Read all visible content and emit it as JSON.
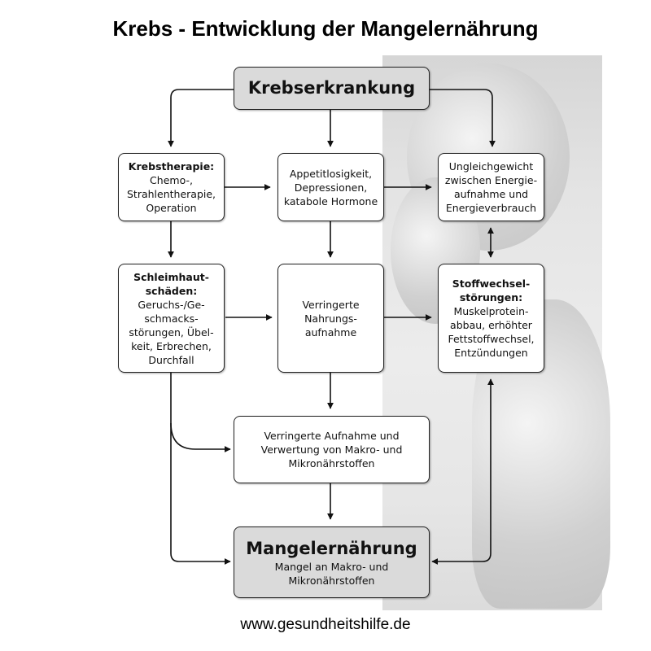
{
  "title": "Krebs - Entwicklung der Mangelernährung",
  "footer": "www.gesundheitshilfe.de",
  "nodes": {
    "krebserkrankung": {
      "label": "Krebserkrankung"
    },
    "krebstherapie": {
      "heading": "Krebstherapie:",
      "lines": [
        "Chemo-,",
        "Strahlentherapie,",
        "Operation"
      ]
    },
    "appetit": {
      "lines": [
        "Appetitlosigkeit,",
        "Depressionen,",
        "katabole Hormone"
      ]
    },
    "ungleichgewicht": {
      "lines": [
        "Ungleichgewicht",
        "zwischen Energie-",
        "aufnahme und",
        "Energieverbrauch"
      ]
    },
    "schleimhaut": {
      "heading_lines": [
        "Schleimhaut-",
        "schäden:"
      ],
      "lines": [
        "Geruchs-/Ge-",
        "schmacks-",
        "störungen, Übel-",
        "keit, Erbrechen,",
        "Durchfall"
      ]
    },
    "nahrung": {
      "lines": [
        "Verringerte",
        "Nahrungs-",
        "aufnahme"
      ]
    },
    "stoffwechsel": {
      "heading_lines": [
        "Stoffwechsel-",
        "störungen:"
      ],
      "lines": [
        "Muskelprotein-",
        "abbau, erhöhter",
        "Fettstoffwechsel,",
        "Entzündungen"
      ]
    },
    "aufnahme": {
      "lines": [
        "Verringerte Aufnahme und",
        "Verwertung von Makro- und",
        "Mikronährstoffen"
      ]
    },
    "mangel": {
      "label": "Mangelernährung",
      "lines": [
        "Mangel an Makro- und",
        "Mikronährstoffen"
      ]
    }
  },
  "edges": [
    {
      "from": "krebserkrankung",
      "to": "krebstherapie"
    },
    {
      "from": "krebserkrankung",
      "to": "appetit"
    },
    {
      "from": "krebserkrankung",
      "to": "ungleichgewicht"
    },
    {
      "from": "krebstherapie",
      "to": "appetit"
    },
    {
      "from": "appetit",
      "to": "ungleichgewicht"
    },
    {
      "from": "krebstherapie",
      "to": "schleimhaut"
    },
    {
      "from": "appetit",
      "to": "nahrung"
    },
    {
      "from": "ungleichgewicht",
      "to": "stoffwechsel",
      "bidirectional": true
    },
    {
      "from": "schleimhaut",
      "to": "nahrung"
    },
    {
      "from": "nahrung",
      "to": "stoffwechsel"
    },
    {
      "from": "nahrung",
      "to": "aufnahme"
    },
    {
      "from": "schleimhaut",
      "to": "aufnahme"
    },
    {
      "from": "schleimhaut",
      "to": "mangel"
    },
    {
      "from": "aufnahme",
      "to": "mangel"
    },
    {
      "from": "stoffwechsel",
      "to": "mangel",
      "bidirectional": true
    }
  ],
  "colors": {
    "box_fill": "#ffffff",
    "highlight_fill": "#dadada",
    "stroke": "#222222"
  }
}
